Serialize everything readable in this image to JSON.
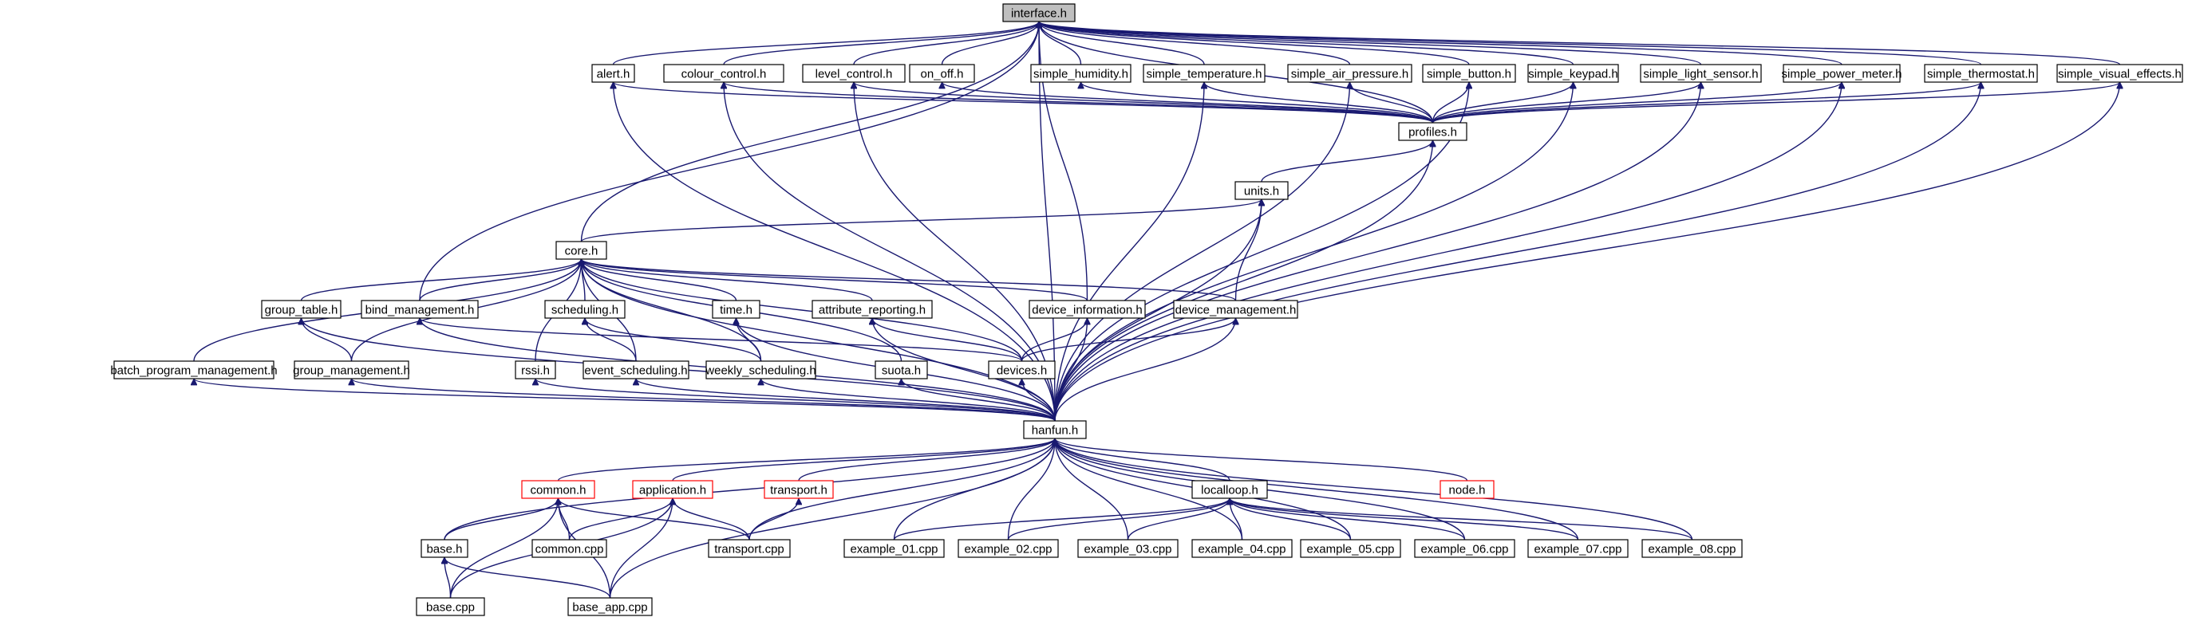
{
  "colors": {
    "edge": "#191970",
    "node_border": "#000000",
    "node_border_incomplete": "#ff0000",
    "node_highlight": "#bfbfbf"
  },
  "nodes": [
    {
      "id": "interface_h",
      "label": "interface.h",
      "style": "highlight"
    },
    {
      "id": "alert_h",
      "label": "alert.h"
    },
    {
      "id": "colour_control_h",
      "label": "colour_control.h"
    },
    {
      "id": "level_control_h",
      "label": "level_control.h"
    },
    {
      "id": "on_off_h",
      "label": "on_off.h"
    },
    {
      "id": "simple_humidity_h",
      "label": "simple_humidity.h"
    },
    {
      "id": "simple_temperature_h",
      "label": "simple_temperature.h"
    },
    {
      "id": "simple_air_pressure_h",
      "label": "simple_air_pressure.h"
    },
    {
      "id": "simple_button_h",
      "label": "simple_button.h"
    },
    {
      "id": "simple_keypad_h",
      "label": "simple_keypad.h"
    },
    {
      "id": "simple_light_sensor_h",
      "label": "simple_light_sensor.h"
    },
    {
      "id": "simple_power_meter_h",
      "label": "simple_power_meter.h"
    },
    {
      "id": "simple_thermostat_h",
      "label": "simple_thermostat.h"
    },
    {
      "id": "simple_visual_effects_h",
      "label": "simple_visual_effects.h"
    },
    {
      "id": "profiles_h",
      "label": "profiles.h"
    },
    {
      "id": "units_h",
      "label": "units.h"
    },
    {
      "id": "core_h",
      "label": "core.h"
    },
    {
      "id": "group_table_h",
      "label": "group_table.h"
    },
    {
      "id": "bind_management_h",
      "label": "bind_management.h"
    },
    {
      "id": "scheduling_h",
      "label": "scheduling.h"
    },
    {
      "id": "time_h",
      "label": "time.h"
    },
    {
      "id": "attribute_reporting_h",
      "label": "attribute_reporting.h"
    },
    {
      "id": "device_information_h",
      "label": "device_information.h"
    },
    {
      "id": "device_management_h",
      "label": "device_management.h"
    },
    {
      "id": "batch_program_management_h",
      "label": "batch_program_management.h"
    },
    {
      "id": "group_management_h",
      "label": "group_management.h"
    },
    {
      "id": "rssi_h",
      "label": "rssi.h"
    },
    {
      "id": "event_scheduling_h",
      "label": "event_scheduling.h"
    },
    {
      "id": "weekly_scheduling_h",
      "label": "weekly_scheduling.h"
    },
    {
      "id": "suota_h",
      "label": "suota.h"
    },
    {
      "id": "devices_h",
      "label": "devices.h"
    },
    {
      "id": "hanfun_h",
      "label": "hanfun.h"
    },
    {
      "id": "common_h",
      "label": "common.h",
      "style": "red"
    },
    {
      "id": "application_h",
      "label": "application.h",
      "style": "red"
    },
    {
      "id": "transport_h",
      "label": "transport.h",
      "style": "red"
    },
    {
      "id": "localloop_h",
      "label": "localloop.h"
    },
    {
      "id": "node_h",
      "label": "node.h",
      "style": "red"
    },
    {
      "id": "base_h",
      "label": "base.h"
    },
    {
      "id": "common_cpp",
      "label": "common.cpp"
    },
    {
      "id": "transport_cpp",
      "label": "transport.cpp"
    },
    {
      "id": "example_01_cpp",
      "label": "example_01.cpp"
    },
    {
      "id": "example_02_cpp",
      "label": "example_02.cpp"
    },
    {
      "id": "example_03_cpp",
      "label": "example_03.cpp"
    },
    {
      "id": "example_04_cpp",
      "label": "example_04.cpp"
    },
    {
      "id": "example_05_cpp",
      "label": "example_05.cpp"
    },
    {
      "id": "example_06_cpp",
      "label": "example_06.cpp"
    },
    {
      "id": "example_07_cpp",
      "label": "example_07.cpp"
    },
    {
      "id": "example_08_cpp",
      "label": "example_08.cpp"
    },
    {
      "id": "base_cpp",
      "label": "base.cpp"
    },
    {
      "id": "base_app_cpp",
      "label": "base_app.cpp"
    }
  ],
  "edges": [
    [
      "alert_h",
      "interface_h"
    ],
    [
      "colour_control_h",
      "interface_h"
    ],
    [
      "level_control_h",
      "interface_h"
    ],
    [
      "on_off_h",
      "interface_h"
    ],
    [
      "simple_humidity_h",
      "interface_h"
    ],
    [
      "simple_temperature_h",
      "interface_h"
    ],
    [
      "simple_air_pressure_h",
      "interface_h"
    ],
    [
      "simple_button_h",
      "interface_h"
    ],
    [
      "simple_keypad_h",
      "interface_h"
    ],
    [
      "simple_light_sensor_h",
      "interface_h"
    ],
    [
      "simple_power_meter_h",
      "interface_h"
    ],
    [
      "simple_thermostat_h",
      "interface_h"
    ],
    [
      "simple_visual_effects_h",
      "interface_h"
    ],
    [
      "core_h",
      "interface_h"
    ],
    [
      "bind_management_h",
      "interface_h"
    ],
    [
      "device_information_h",
      "interface_h"
    ],
    [
      "hanfun_h",
      "interface_h"
    ],
    [
      "profiles_h",
      "interface_h"
    ],
    [
      "profiles_h",
      "alert_h"
    ],
    [
      "profiles_h",
      "colour_control_h"
    ],
    [
      "profiles_h",
      "level_control_h"
    ],
    [
      "profiles_h",
      "on_off_h"
    ],
    [
      "profiles_h",
      "simple_humidity_h"
    ],
    [
      "profiles_h",
      "simple_temperature_h"
    ],
    [
      "profiles_h",
      "simple_air_pressure_h"
    ],
    [
      "profiles_h",
      "simple_button_h"
    ],
    [
      "profiles_h",
      "simple_keypad_h"
    ],
    [
      "profiles_h",
      "simple_light_sensor_h"
    ],
    [
      "profiles_h",
      "simple_power_meter_h"
    ],
    [
      "profiles_h",
      "simple_thermostat_h"
    ],
    [
      "profiles_h",
      "simple_visual_effects_h"
    ],
    [
      "units_h",
      "profiles_h"
    ],
    [
      "hanfun_h",
      "profiles_h"
    ],
    [
      "hanfun_h",
      "alert_h"
    ],
    [
      "hanfun_h",
      "colour_control_h"
    ],
    [
      "hanfun_h",
      "level_control_h"
    ],
    [
      "hanfun_h",
      "simple_temperature_h"
    ],
    [
      "hanfun_h",
      "simple_air_pressure_h"
    ],
    [
      "hanfun_h",
      "simple_button_h"
    ],
    [
      "hanfun_h",
      "simple_keypad_h"
    ],
    [
      "hanfun_h",
      "simple_light_sensor_h"
    ],
    [
      "hanfun_h",
      "simple_power_meter_h"
    ],
    [
      "hanfun_h",
      "simple_thermostat_h"
    ],
    [
      "hanfun_h",
      "simple_visual_effects_h"
    ],
    [
      "core_h",
      "units_h"
    ],
    [
      "device_management_h",
      "units_h"
    ],
    [
      "hanfun_h",
      "units_h"
    ],
    [
      "group_table_h",
      "core_h"
    ],
    [
      "bind_management_h",
      "core_h"
    ],
    [
      "scheduling_h",
      "core_h"
    ],
    [
      "time_h",
      "core_h"
    ],
    [
      "attribute_reporting_h",
      "core_h"
    ],
    [
      "device_information_h",
      "core_h"
    ],
    [
      "device_management_h",
      "core_h"
    ],
    [
      "batch_program_management_h",
      "core_h"
    ],
    [
      "group_management_h",
      "core_h"
    ],
    [
      "rssi_h",
      "core_h"
    ],
    [
      "event_scheduling_h",
      "core_h"
    ],
    [
      "weekly_scheduling_h",
      "core_h"
    ],
    [
      "suota_h",
      "core_h"
    ],
    [
      "devices_h",
      "core_h"
    ],
    [
      "hanfun_h",
      "core_h"
    ],
    [
      "group_management_h",
      "group_table_h"
    ],
    [
      "hanfun_h",
      "group_table_h"
    ],
    [
      "devices_h",
      "bind_management_h"
    ],
    [
      "hanfun_h",
      "bind_management_h"
    ],
    [
      "event_scheduling_h",
      "scheduling_h"
    ],
    [
      "weekly_scheduling_h",
      "scheduling_h"
    ],
    [
      "weekly_scheduling_h",
      "time_h"
    ],
    [
      "hanfun_h",
      "time_h"
    ],
    [
      "devices_h",
      "attribute_reporting_h"
    ],
    [
      "hanfun_h",
      "attribute_reporting_h"
    ],
    [
      "devices_h",
      "device_information_h"
    ],
    [
      "hanfun_h",
      "device_information_h"
    ],
    [
      "devices_h",
      "device_management_h"
    ],
    [
      "hanfun_h",
      "device_management_h"
    ],
    [
      "hanfun_h",
      "batch_program_management_h"
    ],
    [
      "hanfun_h",
      "group_management_h"
    ],
    [
      "hanfun_h",
      "rssi_h"
    ],
    [
      "hanfun_h",
      "event_scheduling_h"
    ],
    [
      "hanfun_h",
      "weekly_scheduling_h"
    ],
    [
      "hanfun_h",
      "suota_h"
    ],
    [
      "hanfun_h",
      "devices_h"
    ],
    [
      "common_h",
      "hanfun_h"
    ],
    [
      "application_h",
      "hanfun_h"
    ],
    [
      "transport_h",
      "hanfun_h"
    ],
    [
      "localloop_h",
      "hanfun_h"
    ],
    [
      "node_h",
      "hanfun_h"
    ],
    [
      "base_h",
      "hanfun_h"
    ],
    [
      "transport_cpp",
      "hanfun_h"
    ],
    [
      "example_01_cpp",
      "hanfun_h"
    ],
    [
      "example_02_cpp",
      "hanfun_h"
    ],
    [
      "example_03_cpp",
      "hanfun_h"
    ],
    [
      "example_04_cpp",
      "hanfun_h"
    ],
    [
      "example_05_cpp",
      "hanfun_h"
    ],
    [
      "example_06_cpp",
      "hanfun_h"
    ],
    [
      "example_07_cpp",
      "hanfun_h"
    ],
    [
      "example_08_cpp",
      "hanfun_h"
    ],
    [
      "base_app_cpp",
      "hanfun_h"
    ],
    [
      "base_h",
      "common_h"
    ],
    [
      "common_cpp",
      "common_h"
    ],
    [
      "transport_cpp",
      "common_h"
    ],
    [
      "base_cpp",
      "common_h"
    ],
    [
      "base_app_cpp",
      "common_h"
    ],
    [
      "common_cpp",
      "application_h"
    ],
    [
      "transport_cpp",
      "application_h"
    ],
    [
      "base_cpp",
      "application_h"
    ],
    [
      "base_app_cpp",
      "application_h"
    ],
    [
      "transport_cpp",
      "transport_h"
    ],
    [
      "example_01_cpp",
      "localloop_h"
    ],
    [
      "example_02_cpp",
      "localloop_h"
    ],
    [
      "example_03_cpp",
      "localloop_h"
    ],
    [
      "example_04_cpp",
      "localloop_h"
    ],
    [
      "example_05_cpp",
      "localloop_h"
    ],
    [
      "example_06_cpp",
      "localloop_h"
    ],
    [
      "example_07_cpp",
      "localloop_h"
    ],
    [
      "example_08_cpp",
      "localloop_h"
    ],
    [
      "base_cpp",
      "base_h"
    ],
    [
      "base_app_cpp",
      "base_h"
    ]
  ]
}
